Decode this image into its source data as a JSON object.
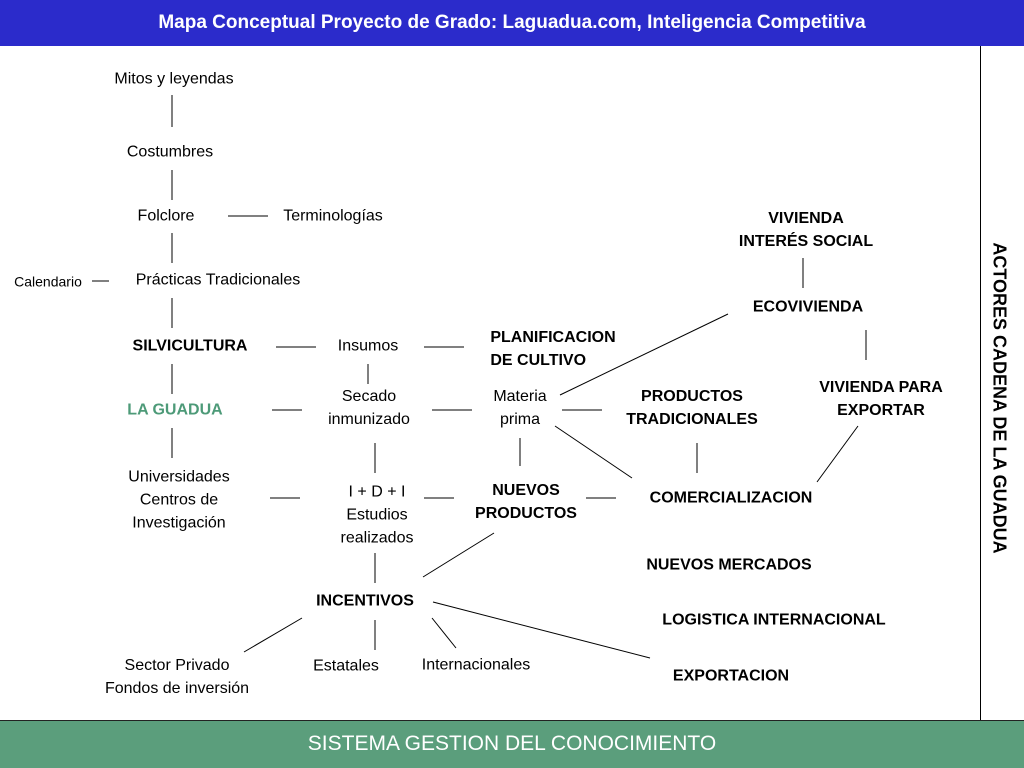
{
  "header": {
    "title": "Mapa Conceptual Proyecto de Grado:  Laguadua.com, Inteligencia Competitiva"
  },
  "side": {
    "label": "ACTORES CADENA DE LA GUADUA"
  },
  "footer": {
    "label": "SISTEMA GESTION DEL CONOCIMIENTO"
  },
  "nodes": {
    "mitos": "Mitos y leyendas",
    "costumbres": "Costumbres",
    "folclore": "Folclore",
    "terminologias": "Terminologías",
    "calendario": "Calendario",
    "practicas": "Prácticas Tradicionales",
    "silvicultura": "SILVICULTURA",
    "insumos": "Insumos",
    "planificacion": "PLANIFICACION\nDE CULTIVO",
    "la_guadua": "LA GUADUA",
    "secado": "Secado\ninmunizado",
    "materia": "Materia\nprima",
    "productos_trad": "PRODUCTOS\nTRADICIONALES",
    "universidades": "Universidades\nCentros de\nInvestigación",
    "idi": "I + D + I\nEstudios\nrealizados",
    "nuevos_productos": "NUEVOS\nPRODUCTOS",
    "comercializacion": "COMERCIALIZACION",
    "vivienda_interes": "VIVIENDA\nINTERÉS SOCIAL",
    "ecovivienda": "ECOVIVIENDA",
    "vivienda_exportar": "VIVIENDA PARA\nEXPORTAR",
    "nuevos_mercados": "NUEVOS MERCADOS",
    "logistica": "LOGISTICA INTERNACIONAL",
    "incentivos": "INCENTIVOS",
    "sector_privado": "Sector Privado\nFondos de inversión",
    "estatales": "Estatales",
    "internacionales": "Internacionales",
    "exportacion": "EXPORTACION"
  }
}
